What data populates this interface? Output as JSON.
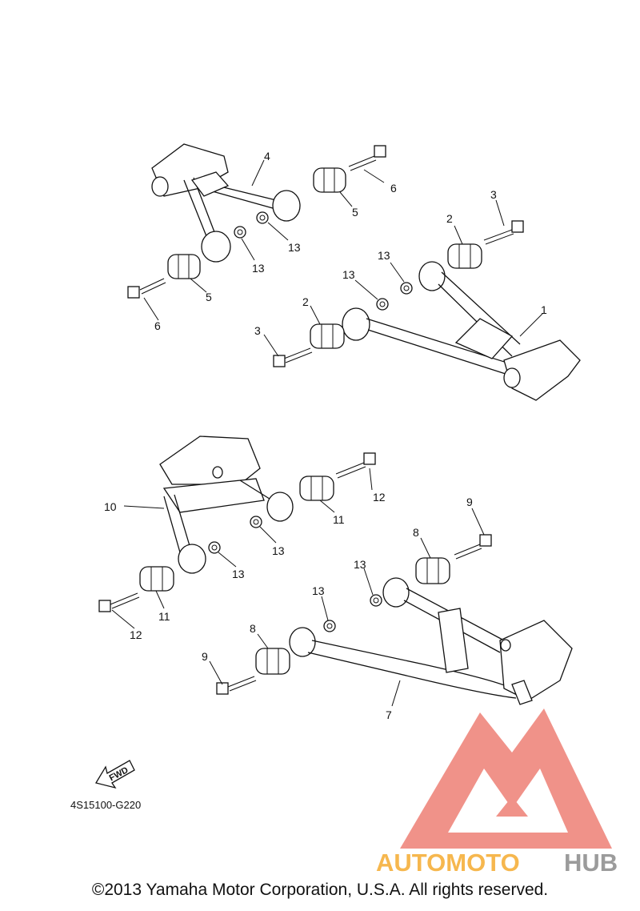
{
  "callouts": {
    "c1": "1",
    "c2a": "2",
    "c2b": "2",
    "c3a": "3",
    "c3b": "3",
    "c4": "4",
    "c5a": "5",
    "c5b": "5",
    "c6a": "6",
    "c6b": "6",
    "c7": "7",
    "c8a": "8",
    "c8b": "8",
    "c9a": "9",
    "c9b": "9",
    "c10": "10",
    "c11a": "11",
    "c11b": "11",
    "c12a": "12",
    "c12b": "12",
    "c13a": "13",
    "c13b": "13",
    "c13c": "13",
    "c13d": "13",
    "c13e": "13",
    "c13f": "13",
    "c13g": "13",
    "c13h": "13"
  },
  "fwd_label": "FWD",
  "diagram_code": "4S15100-G220",
  "watermark": {
    "word_orange": "AUTOMOTO",
    "word_grey": "HUB",
    "color_red": "#e53a2a",
    "color_orange": "#f5a623",
    "color_grey": "#8a8a8a"
  },
  "copyright": "©2013 Yamaha Motor Corporation, U.S.A. All rights reserved."
}
